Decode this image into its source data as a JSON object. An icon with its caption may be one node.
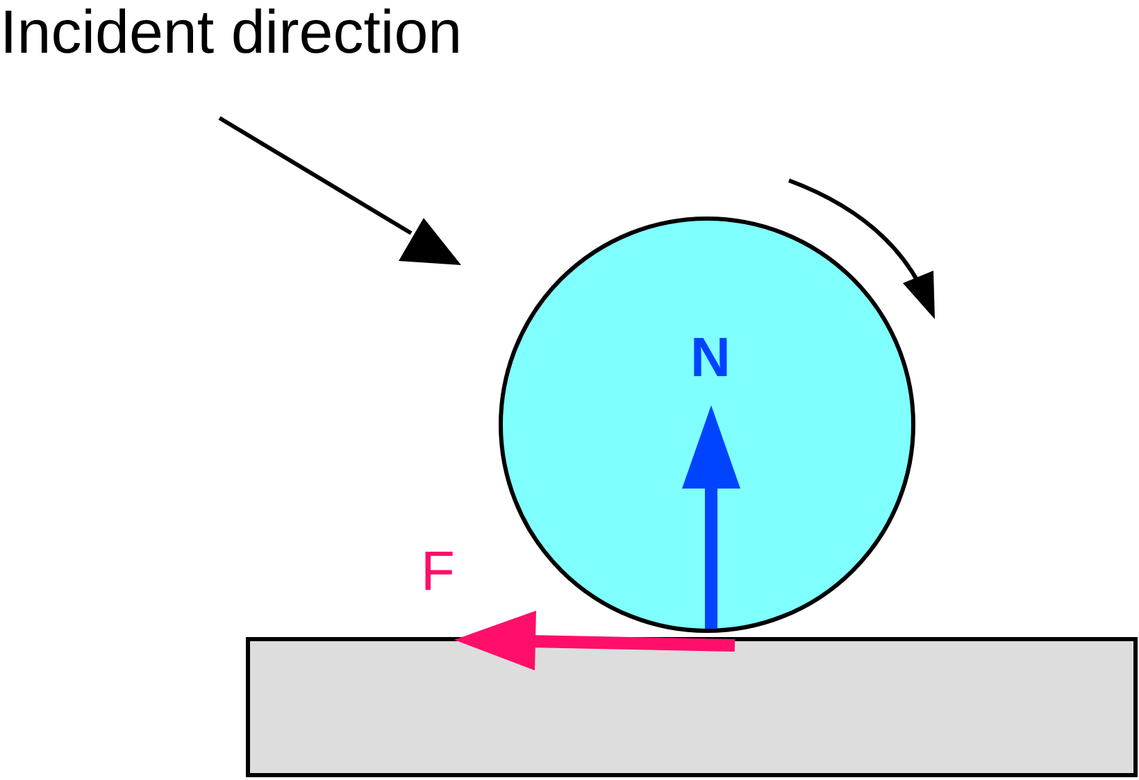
{
  "diagram": {
    "nodes": [
      {
        "text": [],
        "shape": "circle"
      },
      {
        "text": [],
        "shape": "box"
      }
    ],
    "labels": [
      "Incident direction",
      "N",
      "F"
    ]
  }
}
